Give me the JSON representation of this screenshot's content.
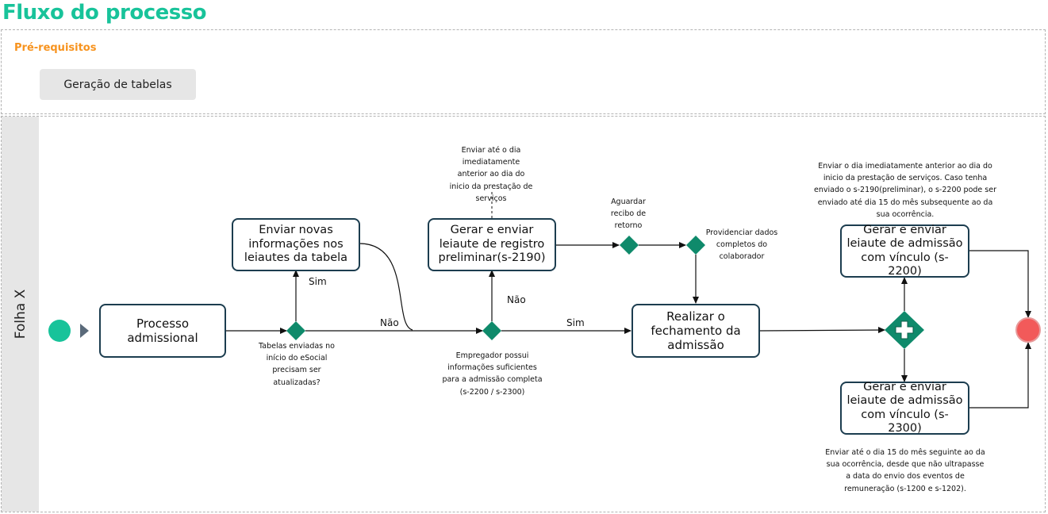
{
  "title": "Fluxo do processo",
  "prerequisites": {
    "heading": "Pré-requisitos",
    "items": [
      "Geração de tabelas"
    ]
  },
  "lane": {
    "name": "Folha X"
  },
  "tasks": {
    "admission": "Processo admissional",
    "send_new_info": "Enviar novas informações nos leiautes da tabela",
    "preliminary": "Gerar e enviar leiaute de registro preliminar(s-2190)",
    "closing": "Realizar o fechamento da admissão",
    "s2200": "Gerar e enviar leiaute de admissão com vínculo (s-2200)",
    "s2300": "Gerar e enviar leiaute de admissão com vínculo (s-2300)"
  },
  "gateways": {
    "tables_update": "Tabelas enviadas no início do eSocial precisam ser atualizadas?",
    "enough_info": "Empregador possui informações suficientes para a admissão completa (s-2200 / s-2300)",
    "await_receipt": "Aguardar recibo de retorno",
    "provide_data": "Providenciar dados completos do colaborador"
  },
  "flow_labels": {
    "sim_1": "Sim",
    "nao_1": "Não",
    "nao_2": "Não",
    "sim_2": "Sim"
  },
  "annotations": {
    "preliminary_deadline": "Enviar até o dia imediatamente anterior ao dia do inicio da prestação de serviços",
    "s2200_deadline": "Enviar o dia imediatamente anterior ao dia do inicio da prestação de serviços. Caso tenha enviado o s-2190(preliminar), o s-2200 pode ser enviado até dia 15 do mês subsequente ao da sua ocorrência.",
    "s2300_deadline": "Enviar até o dia 15 do mês seguinte ao da sua ocorrência, desde que não ultrapasse a data do envio dos eventos de remuneração (s-1200 e s-1202)."
  },
  "colors": {
    "title": "#18c39a",
    "prereq_heading": "#f7931e",
    "gateway": "#0f8a6b",
    "start_event": "#18c39a",
    "end_event": "#f25a5a",
    "task_border": "#1c3d4f"
  }
}
